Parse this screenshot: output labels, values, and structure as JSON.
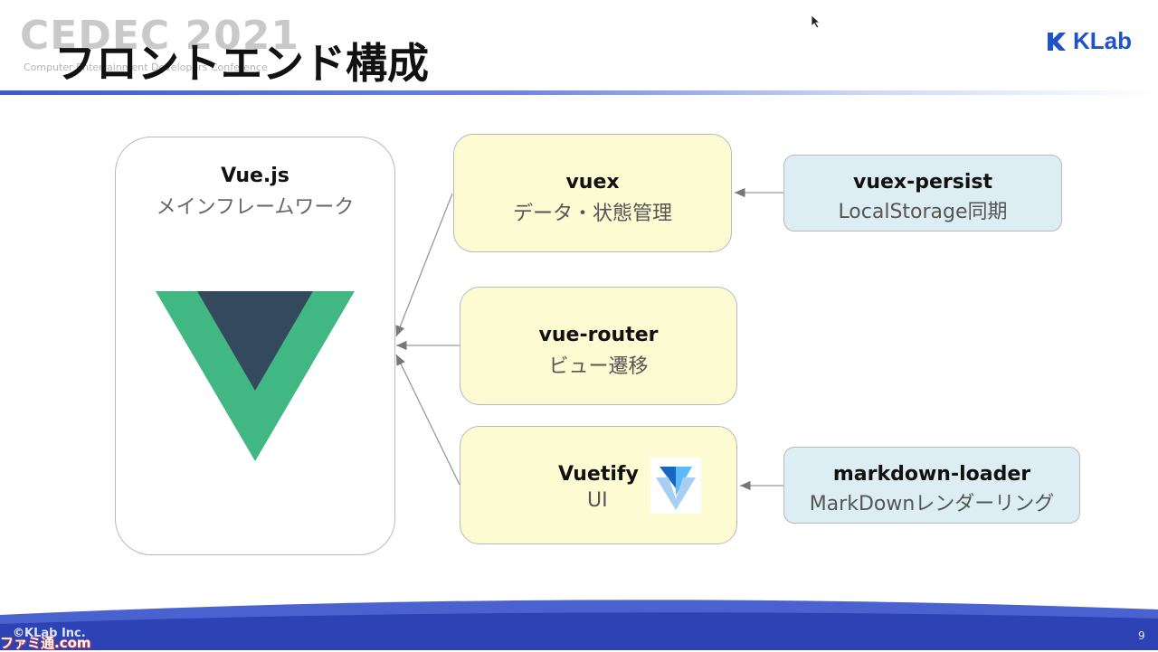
{
  "header": {
    "event_logo": "CEDEC 2021",
    "event_sub": "Computer Entertainment Developers Conference",
    "title": "フロントエンド構成",
    "company_logo": "KLab"
  },
  "diagram": {
    "main": {
      "name": "Vue.js",
      "desc": "メインフレームワーク",
      "icon": "vue-logo-icon"
    },
    "nodes": [
      {
        "id": "vuex",
        "name": "vuex",
        "desc": "データ・状態管理"
      },
      {
        "id": "vue-router",
        "name": "vue-router",
        "desc": "ビュー遷移"
      },
      {
        "id": "vuetify",
        "name": "Vuetify",
        "desc": "UI",
        "icon": "vuetify-logo-icon"
      },
      {
        "id": "vuex-persist",
        "name": "vuex-persist",
        "desc": "LocalStorage同期"
      },
      {
        "id": "markdown-loader",
        "name": "markdown-loader",
        "desc": "MarkDownレンダーリング"
      }
    ],
    "edges": [
      {
        "from": "vuex",
        "to": "Vue.js"
      },
      {
        "from": "vue-router",
        "to": "Vue.js"
      },
      {
        "from": "vuetify",
        "to": "Vue.js"
      },
      {
        "from": "vuex-persist",
        "to": "vuex"
      },
      {
        "from": "markdown-loader",
        "to": "vuetify"
      }
    ]
  },
  "footer": {
    "copyright": "©KLab Inc.",
    "page_number": "9",
    "watermark": "ファミ通.com"
  },
  "colors": {
    "accent": "#2251c8",
    "vue_green": "#41b883",
    "vue_dark": "#34495e",
    "yellow_box": "#fdfbd2",
    "blue_box": "#dcedf3"
  }
}
